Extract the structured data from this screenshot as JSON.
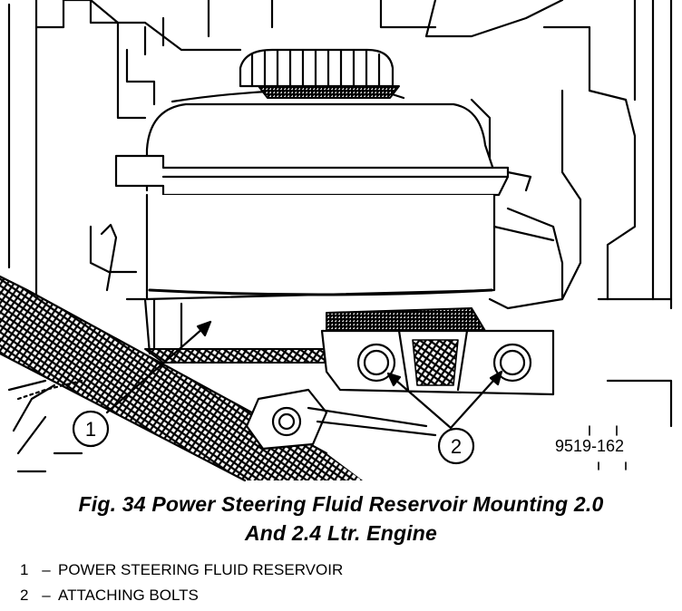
{
  "figure": {
    "caption_line1": "Fig. 34 Power Steering Fluid Reservoir Mounting 2.0",
    "caption_line2": "And 2.4 Ltr. Engine",
    "figure_id": "9519-162",
    "callouts": [
      {
        "number": "1",
        "label": "POWER STEERING FLUID RESERVOIR"
      },
      {
        "number": "2",
        "label": "ATTACHING BOLTS"
      }
    ],
    "legend_dash": "–"
  }
}
